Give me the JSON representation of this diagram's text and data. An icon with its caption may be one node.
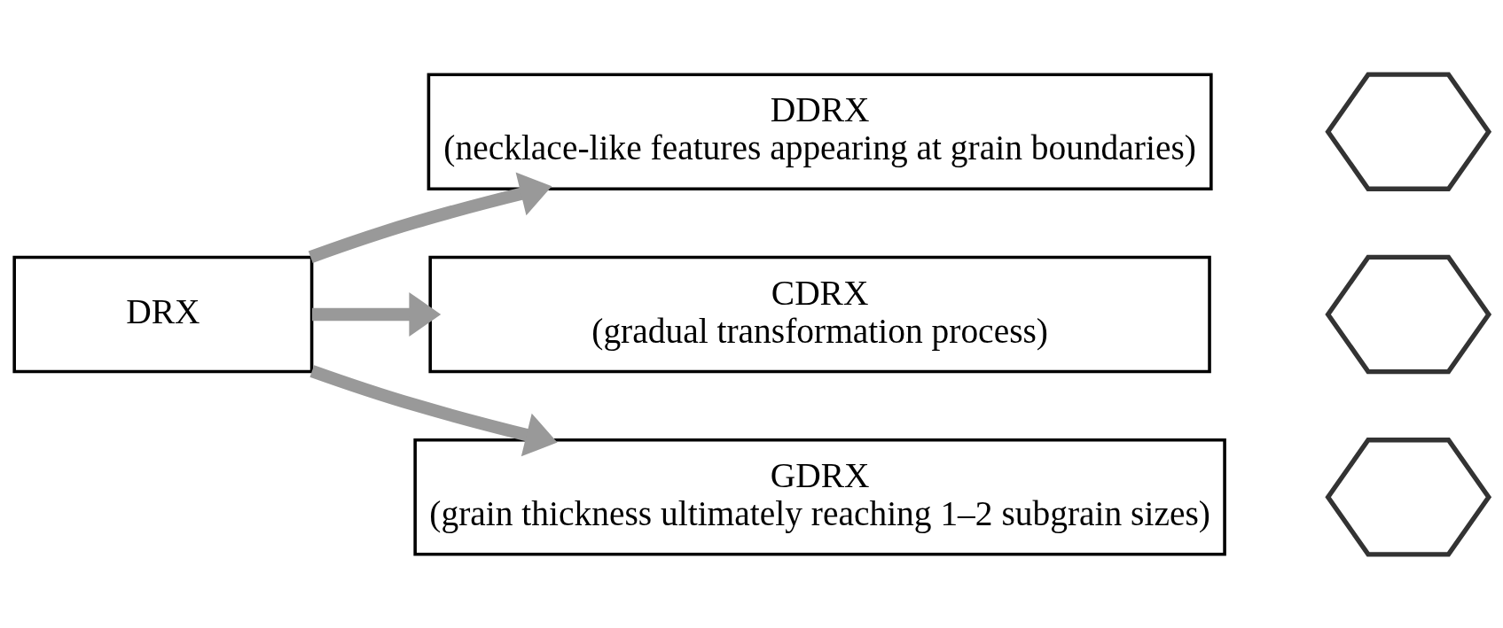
{
  "diagram": {
    "nodes": [
      {
        "text": [
          "DRX"
        ]
      },
      {
        "text": [
          "DDRX",
          "(necklace-like features appearing at grain boundaries)"
        ]
      },
      {
        "text": [],
        "shape": "picture"
      },
      {
        "text": [
          "CDRX",
          "(gradual transformation process)"
        ]
      },
      {
        "text": [],
        "shape": "picture"
      },
      {
        "text": [
          "GDRX",
          "(grain thickness ultimately reaching 1–2 subgrain sizes)"
        ]
      },
      {
        "text": [],
        "shape": "picture"
      }
    ],
    "edges": [
      {
        "from": 0,
        "to": 1,
        "arrow": "to"
      },
      {
        "from": 0,
        "to": 3,
        "arrow": "to"
      },
      {
        "from": 0,
        "to": 5,
        "arrow": "to"
      }
    ]
  }
}
